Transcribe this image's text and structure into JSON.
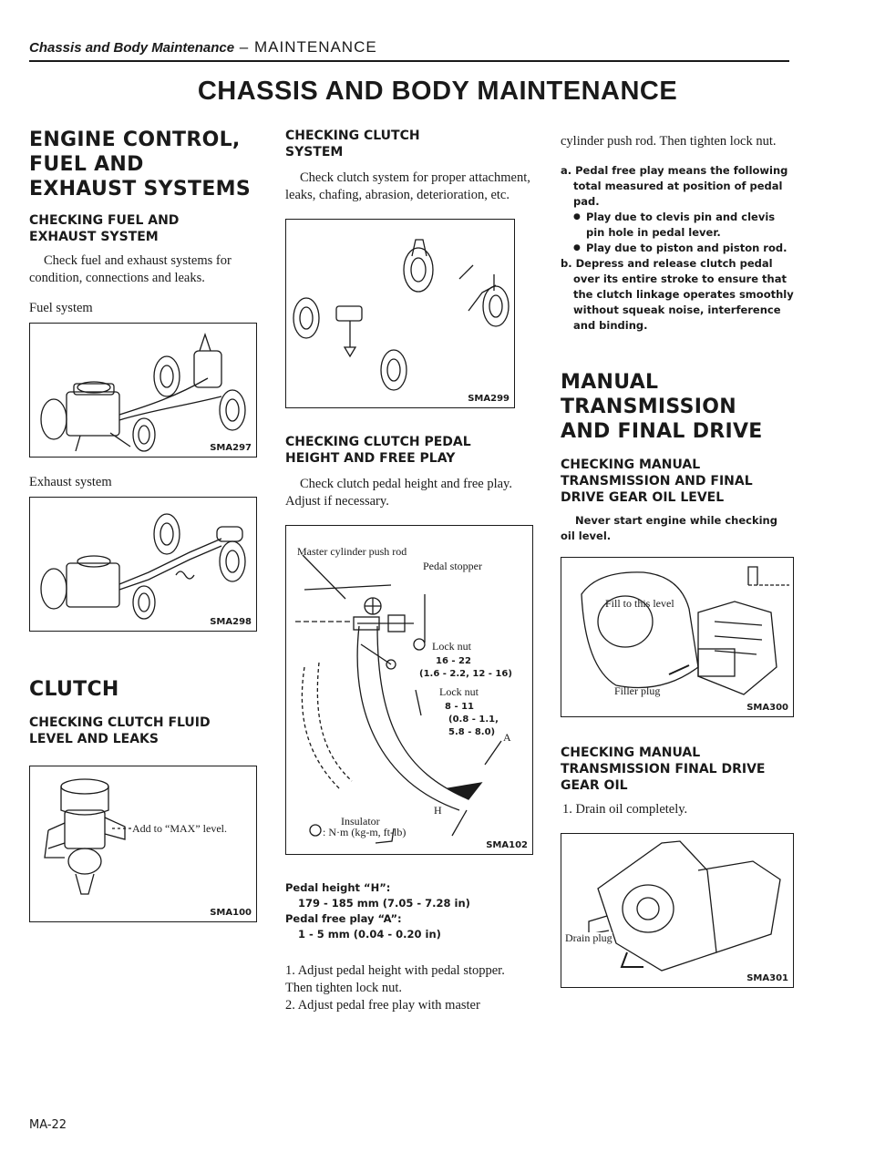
{
  "header": {
    "section_italic": "Chassis and Body Maintenance",
    "section_sep": " – ",
    "section_caps": "MAINTENANCE"
  },
  "page_title": "CHASSIS AND BODY MAINTENANCE",
  "col1": {
    "heading": "ENGINE CONTROL, FUEL AND EXHAUST SYSTEMS",
    "subheading": "CHECKING FUEL AND EXHAUST SYSTEM",
    "intro": "Check fuel and exhaust systems for condition, connections and leaks.",
    "fuel_caption": "Fuel system",
    "fig_fuel_code": "SMA297",
    "exhaust_caption": "Exhaust system",
    "fig_exhaust_code": "SMA298",
    "clutch_heading": "CLUTCH",
    "clutch_subheading": "CHECKING CLUTCH FLUID LEVEL AND LEAKS",
    "fig_fluid_label": "Add to “MAX” level.",
    "fig_fluid_code": "SMA100"
  },
  "col2": {
    "heading": "CHECKING CLUTCH SYSTEM",
    "intro": "Check clutch system for proper attachment, leaks, chafing, abrasion, deterioration, etc.",
    "fig_system_code": "SMA299",
    "pedal_heading": "CHECKING CLUTCH PEDAL HEIGHT AND FREE PLAY",
    "pedal_intro": "Check clutch pedal height and free play. Adjust if necessary.",
    "fig_pedal": {
      "master_cylinder": "Master cylinder push rod",
      "pedal_stopper": "Pedal stopper",
      "lock_nut_1": "Lock nut",
      "torque_1": "16 - 22",
      "torque_1_units": "(1.6 - 2.2, 12 - 16)",
      "lock_nut_2": "Lock nut",
      "torque_2": "8 - 11",
      "torque_2_units_a": "(0.8 - 1.1,",
      "torque_2_units_b": "5.8 - 8.0)",
      "label_a": "A",
      "label_h": "H",
      "insulator": "Insulator",
      "legend": ": N·m (kg-m, ft-lb)",
      "code": "SMA102"
    },
    "spec_height_label": "Pedal height “H”:",
    "spec_height_value": "179 - 185 mm (7.05 - 7.28 in)",
    "spec_free_label": "Pedal free play “A”:",
    "spec_free_value": "1 - 5 mm (0.04 - 0.20 in)",
    "step1": "1. Adjust pedal height with pedal stopper. Then tighten lock nut.",
    "step2": "2. Adjust pedal free play with master"
  },
  "col3": {
    "continued": "cylinder push rod. Then tighten lock nut.",
    "note_a": "a. Pedal free play means the following total measured at position of pedal pad.",
    "bullets": [
      "Play due to clevis pin and clevis pin hole in pedal lever.",
      "Play due to piston and piston rod."
    ],
    "note_b": "b. Depress and release clutch pedal over its entire stroke to ensure that the clutch linkage operates smoothly without squeak noise, interference and binding.",
    "heading": "MANUAL TRANSMISSION AND FINAL DRIVE",
    "subheading_level": "CHECKING MANUAL TRANSMISSION AND FINAL DRIVE GEAR OIL LEVEL",
    "warning": "Never start engine while checking oil level.",
    "fig_level_fill": "Fill to this level",
    "fig_level_filler": "Filler plug",
    "fig_level_code": "SMA300",
    "subheading_oil": "CHECKING MANUAL TRANSMISSION FINAL DRIVE GEAR OIL",
    "drain_step": "1. Drain oil completely.",
    "fig_drain_label": "Drain plug",
    "fig_drain_code": "SMA301"
  },
  "page_number": "MA-22"
}
